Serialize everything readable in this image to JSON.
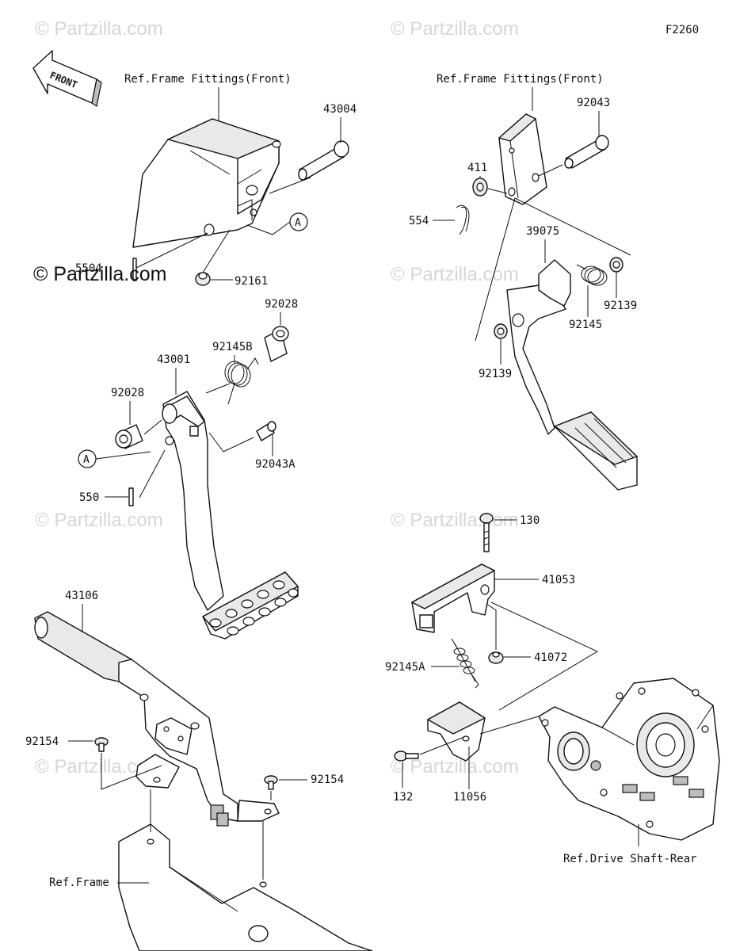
{
  "diagram_code": "F2260",
  "watermarks": {
    "text": "© Partzilla.com",
    "prominent": "© Partzilla.com"
  },
  "direction_arrow": {
    "label": "FRONT",
    "icon": "front-arrow-icon"
  },
  "reference_labels": {
    "frame_fittings_left": "Ref.Frame Fittings(Front)",
    "frame_fittings_right": "Ref.Frame Fittings(Front)",
    "frame": "Ref.Frame",
    "drive_shaft": "Ref.Drive Shaft-Rear"
  },
  "callouts": {
    "circle_a_top": "A",
    "circle_a_bottom": "A"
  },
  "part_numbers": {
    "p43004": "43004",
    "p5504": "5504",
    "p92161": "92161",
    "p92028_top": "92028",
    "p92145B": "92145B",
    "p43001": "43001",
    "p92028_left": "92028",
    "p92043A": "92043A",
    "p550": "550",
    "p92043": "92043",
    "p411": "411",
    "p554": "554",
    "p39075": "39075",
    "p92145": "92145",
    "p92139_right": "92139",
    "p92139_left": "92139",
    "p130": "130",
    "p41053": "41053",
    "p92145A": "92145A",
    "p41072": "41072",
    "p43106": "43106",
    "p92154_left": "92154",
    "p92154_right": "92154",
    "p132": "132",
    "p11056": "11056"
  }
}
